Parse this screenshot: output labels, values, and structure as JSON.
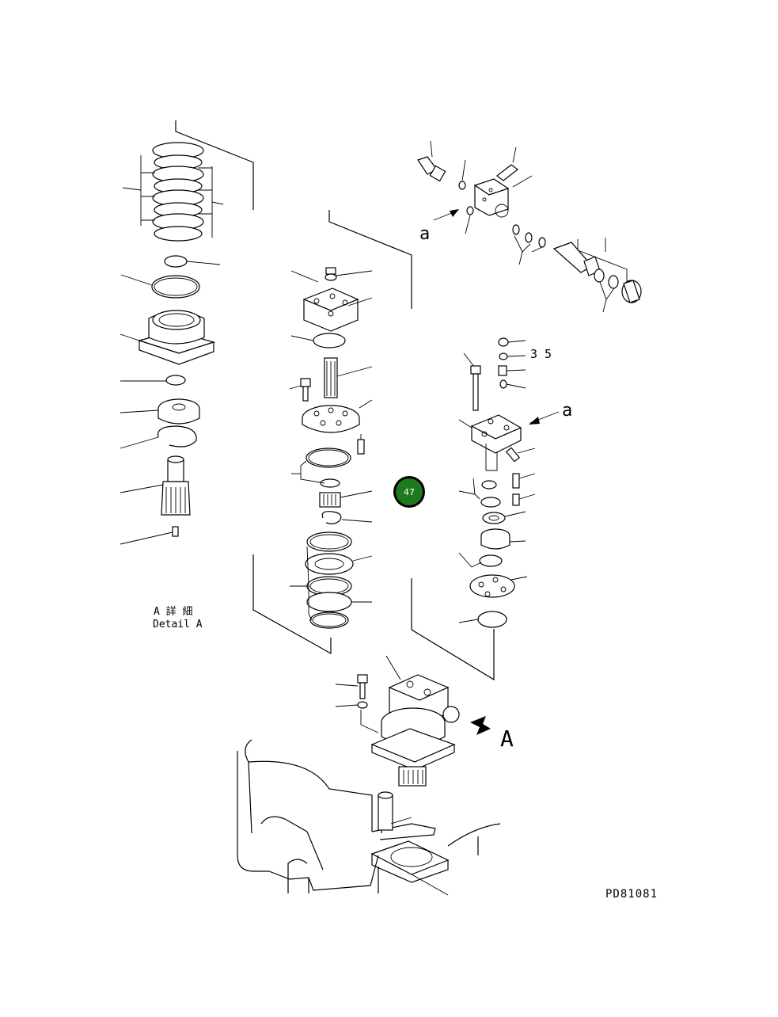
{
  "labels": {
    "ref_a_top": "a",
    "ref_a_right": "a",
    "num_35": "3 5",
    "view_A": "A",
    "detail_title_jp": "A 詳 細",
    "detail_title_en": "Detail A",
    "drawing_code": "PD81081"
  },
  "hotspot": {
    "number": "47",
    "color": "#1f7a1f",
    "ring_color": "#000000"
  }
}
